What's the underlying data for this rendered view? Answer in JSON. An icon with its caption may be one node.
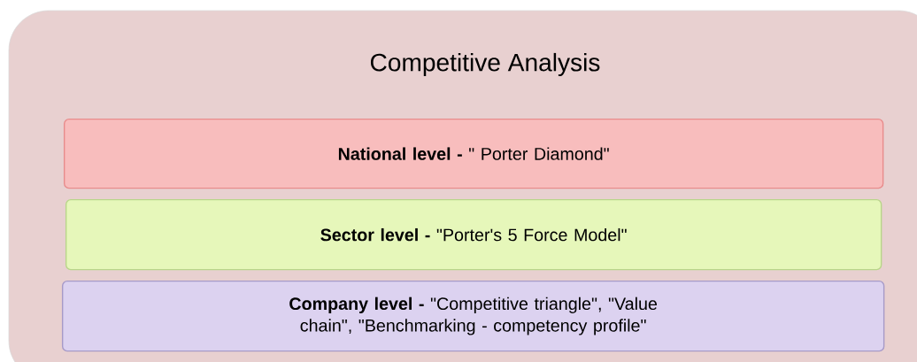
{
  "diagram": {
    "nodes": [
      {
        "text": [
          "Competitive Analysis"
        ]
      },
      {
        "text": [
          "**National level -** \" Porter Diamond\""
        ],
        "in": 0
      },
      {
        "text": [
          "**Sector level -** \"Porter's 5 Force Model\""
        ],
        "in": 0
      },
      {
        "text": [
          "**Company level -** \"Competitive triangle\", \"Value chain\", \"Benchmarking - competency profile\""
        ],
        "in": 0
      }
    ]
  }
}
